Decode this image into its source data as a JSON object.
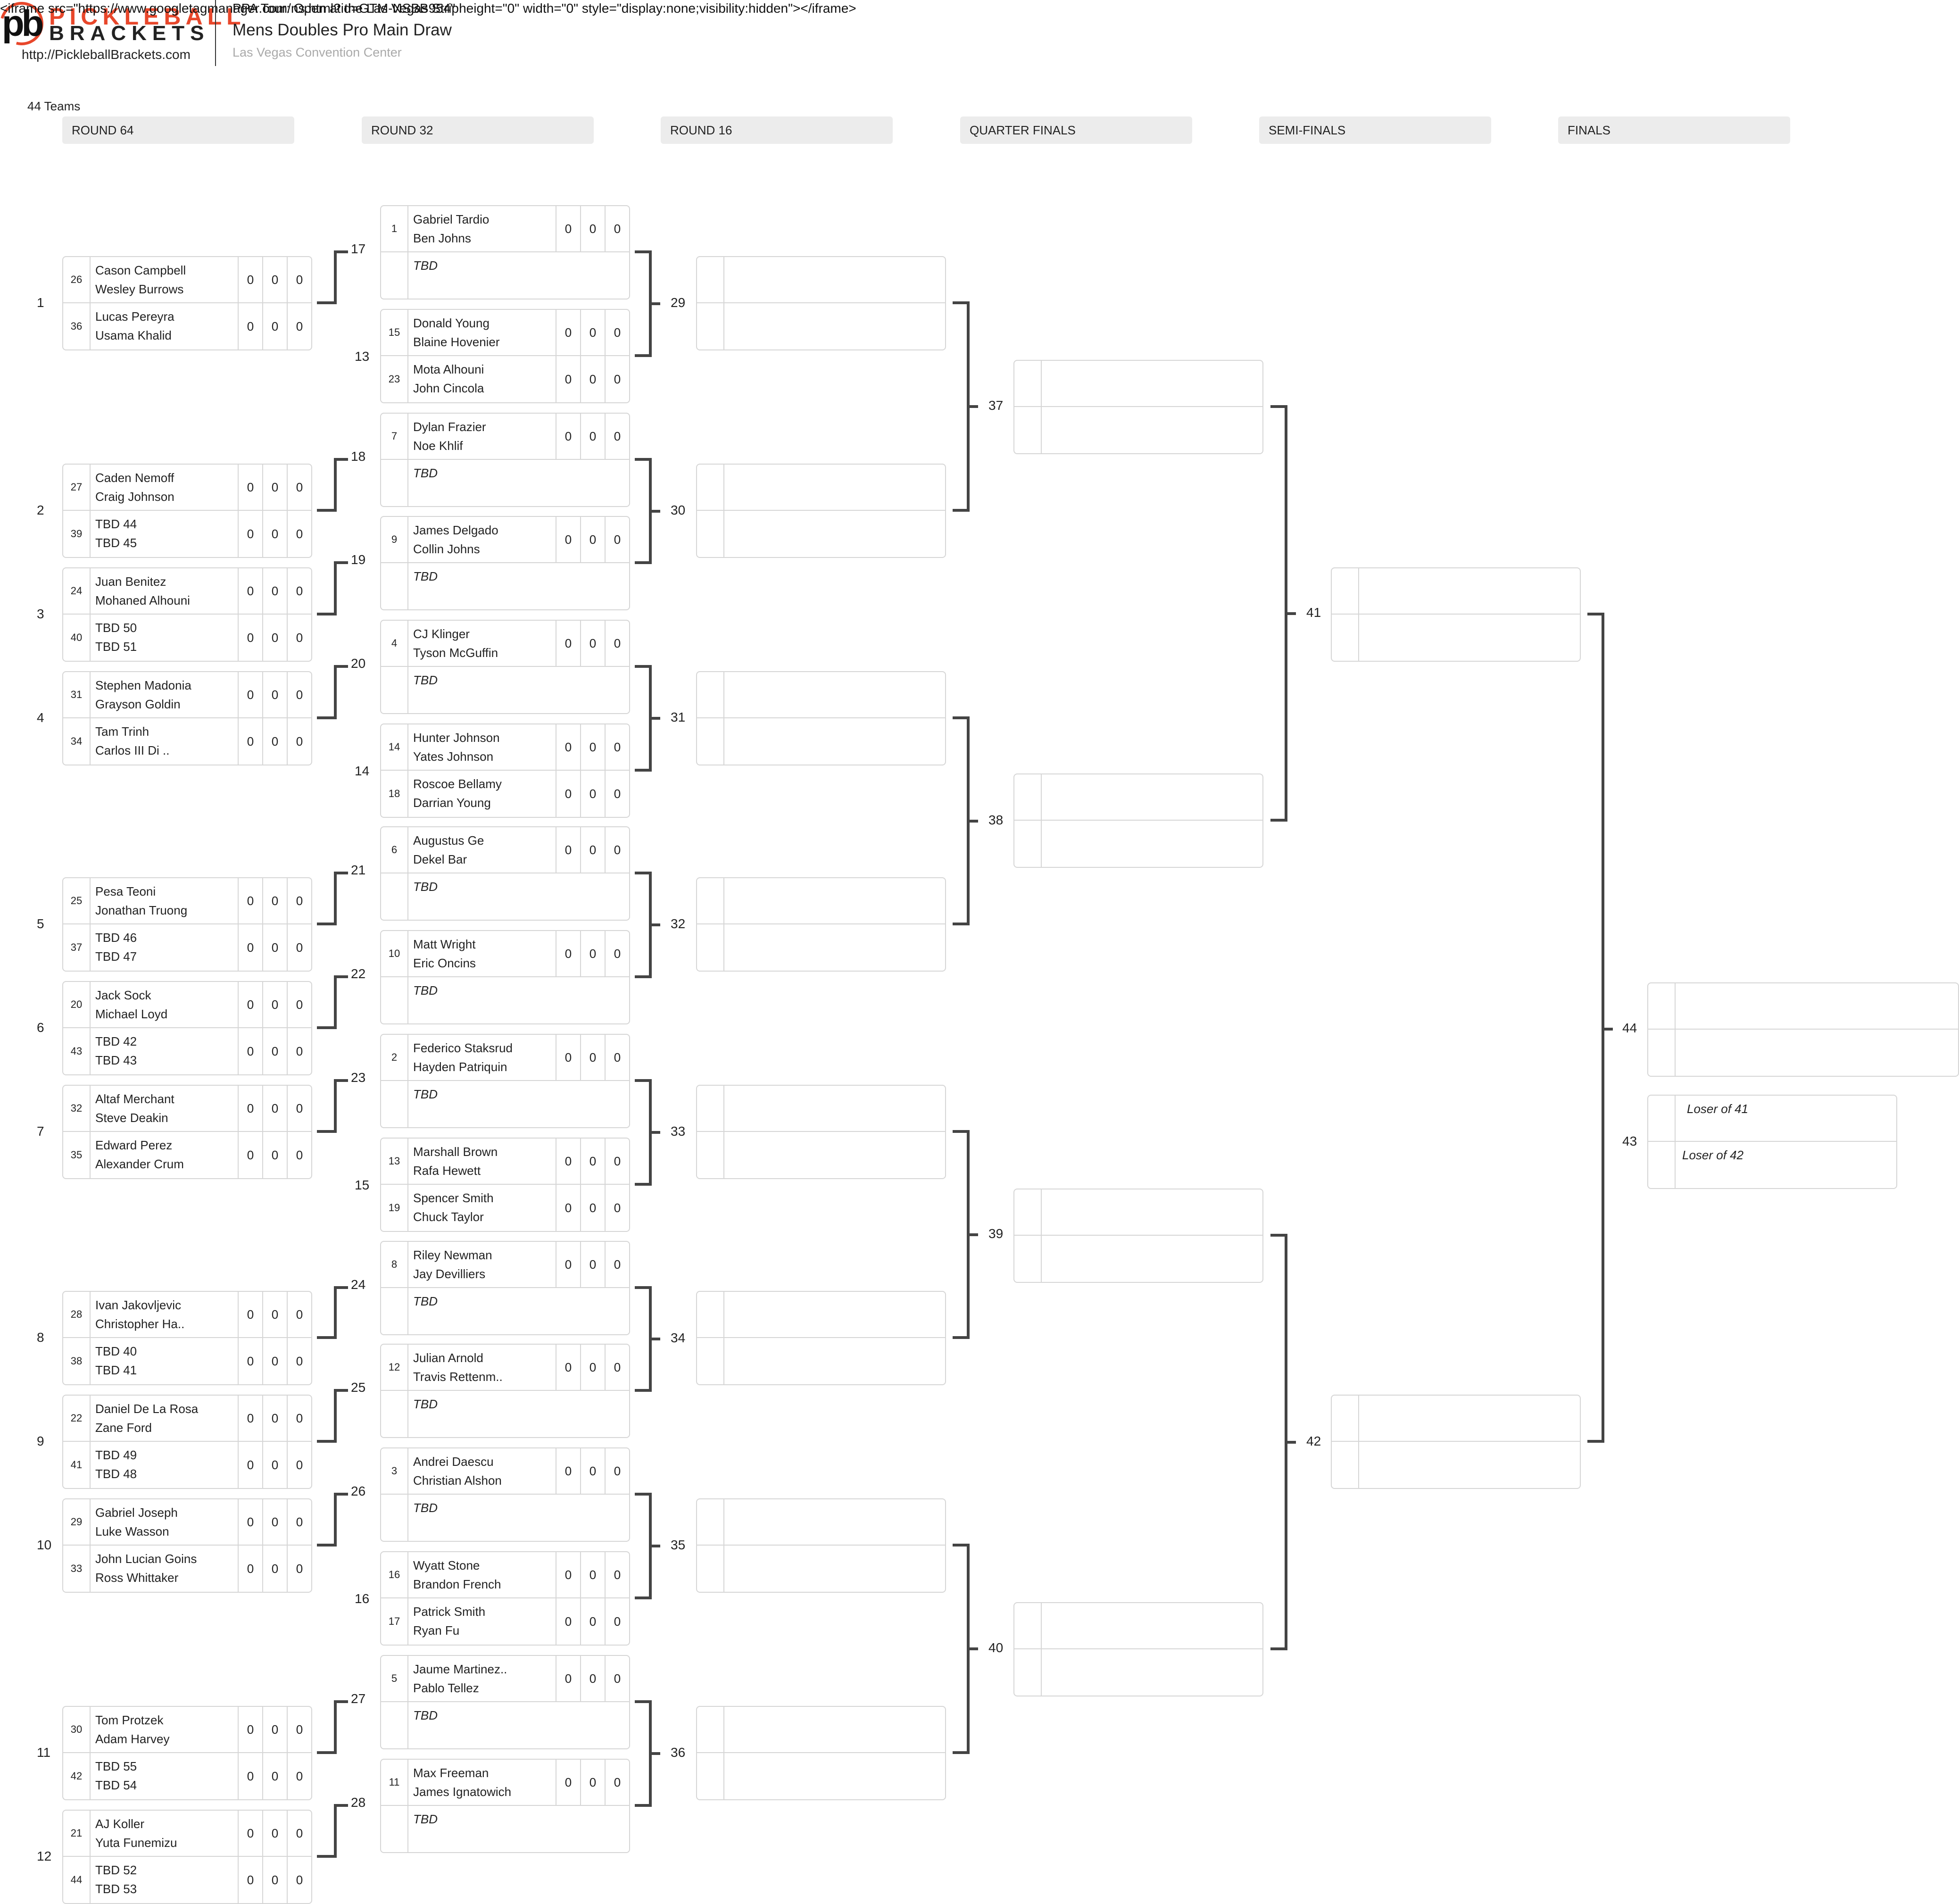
{
  "header": {
    "iframe_text": "<iframe src=\"https://www.googletagmanager.com/ns.html?id=GTM-NSBB954\" height=\"0\" width=\"0\" style=\"display:none;visibility:hidden\"></iframe>",
    "tournament": "PPA Tour: Open at the Las Vegas Strip",
    "logo_top": "PICKLEBALL",
    "logo_bottom": "BRACKETS",
    "logo_mark": "pb",
    "site_url": "http://PickleballBrackets.com",
    "title": "Mens Doubles Pro Main Draw",
    "venue": "Las Vegas Convention Center",
    "team_count": "44 Teams"
  },
  "rounds": [
    "ROUND 64",
    "ROUND 32",
    "ROUND 16",
    "QUARTER FINALS",
    "SEMI-FINALS",
    "FINALS"
  ],
  "round64": [
    {
      "match": "1",
      "teams": [
        {
          "seed": "26",
          "p1": "Cason Campbell",
          "p2": "Wesley Burrows",
          "scores": [
            "0",
            "0",
            "0"
          ]
        },
        {
          "seed": "36",
          "p1": "Lucas Pereyra",
          "p2": "Usama Khalid",
          "scores": [
            "0",
            "0",
            "0"
          ]
        }
      ]
    },
    {
      "match": "2",
      "teams": [
        {
          "seed": "27",
          "p1": "Caden Nemoff",
          "p2": "Craig Johnson",
          "scores": [
            "0",
            "0",
            "0"
          ]
        },
        {
          "seed": "39",
          "p1": "TBD 44",
          "p2": "TBD 45",
          "scores": [
            "0",
            "0",
            "0"
          ]
        }
      ]
    },
    {
      "match": "3",
      "teams": [
        {
          "seed": "24",
          "p1": "Juan Benitez",
          "p2": "Mohaned Alhouni",
          "scores": [
            "0",
            "0",
            "0"
          ]
        },
        {
          "seed": "40",
          "p1": "TBD 50",
          "p2": "TBD 51",
          "scores": [
            "0",
            "0",
            "0"
          ]
        }
      ]
    },
    {
      "match": "4",
      "teams": [
        {
          "seed": "31",
          "p1": "Stephen Madonia",
          "p2": "Grayson Goldin",
          "scores": [
            "0",
            "0",
            "0"
          ]
        },
        {
          "seed": "34",
          "p1": "Tam Trinh",
          "p2": "Carlos III Di ..",
          "scores": [
            "0",
            "0",
            "0"
          ]
        }
      ]
    },
    {
      "match": "5",
      "teams": [
        {
          "seed": "25",
          "p1": "Pesa Teoni",
          "p2": "Jonathan Truong",
          "scores": [
            "0",
            "0",
            "0"
          ]
        },
        {
          "seed": "37",
          "p1": "TBD 46",
          "p2": "TBD 47",
          "scores": [
            "0",
            "0",
            "0"
          ]
        }
      ]
    },
    {
      "match": "6",
      "teams": [
        {
          "seed": "20",
          "p1": "Jack Sock",
          "p2": "Michael Loyd",
          "scores": [
            "0",
            "0",
            "0"
          ]
        },
        {
          "seed": "43",
          "p1": "TBD 42",
          "p2": "TBD 43",
          "scores": [
            "0",
            "0",
            "0"
          ]
        }
      ]
    },
    {
      "match": "7",
      "teams": [
        {
          "seed": "32",
          "p1": "Altaf Merchant",
          "p2": "Steve Deakin",
          "scores": [
            "0",
            "0",
            "0"
          ]
        },
        {
          "seed": "35",
          "p1": "Edward Perez",
          "p2": "Alexander Crum",
          "scores": [
            "0",
            "0",
            "0"
          ]
        }
      ]
    },
    {
      "match": "8",
      "teams": [
        {
          "seed": "28",
          "p1": "Ivan Jakovljevic",
          "p2": "Christopher Ha..",
          "scores": [
            "0",
            "0",
            "0"
          ]
        },
        {
          "seed": "38",
          "p1": "TBD 40",
          "p2": "TBD 41",
          "scores": [
            "0",
            "0",
            "0"
          ]
        }
      ]
    },
    {
      "match": "9",
      "teams": [
        {
          "seed": "22",
          "p1": "Daniel De La Rosa",
          "p2": "Zane Ford",
          "scores": [
            "0",
            "0",
            "0"
          ]
        },
        {
          "seed": "41",
          "p1": "TBD 49",
          "p2": "TBD 48",
          "scores": [
            "0",
            "0",
            "0"
          ]
        }
      ]
    },
    {
      "match": "10",
      "teams": [
        {
          "seed": "29",
          "p1": "Gabriel Joseph",
          "p2": "Luke Wasson",
          "scores": [
            "0",
            "0",
            "0"
          ]
        },
        {
          "seed": "33",
          "p1": "John Lucian Goins",
          "p2": "Ross Whittaker",
          "scores": [
            "0",
            "0",
            "0"
          ]
        }
      ]
    },
    {
      "match": "11",
      "teams": [
        {
          "seed": "30",
          "p1": "Tom Protzek",
          "p2": "Adam Harvey",
          "scores": [
            "0",
            "0",
            "0"
          ]
        },
        {
          "seed": "42",
          "p1": "TBD 55",
          "p2": "TBD 54",
          "scores": [
            "0",
            "0",
            "0"
          ]
        }
      ]
    },
    {
      "match": "12",
      "teams": [
        {
          "seed": "21",
          "p1": "AJ Koller",
          "p2": "Yuta Funemizu",
          "scores": [
            "0",
            "0",
            "0"
          ]
        },
        {
          "seed": "44",
          "p1": "TBD 52",
          "p2": "TBD 53",
          "scores": [
            "0",
            "0",
            "0"
          ]
        }
      ]
    }
  ],
  "round32": [
    {
      "match": "17",
      "seed": "1",
      "p1": "Gabriel Tardio",
      "p2": "Ben Johns",
      "scores": [
        "0",
        "0",
        "0"
      ],
      "tbd": "TBD"
    },
    {
      "match": "13",
      "teams": [
        {
          "seed": "15",
          "p1": "Donald Young",
          "p2": "Blaine Hovenier",
          "scores": [
            "0",
            "0",
            "0"
          ]
        },
        {
          "seed": "23",
          "p1": "Mota Alhouni",
          "p2": "John Cincola",
          "scores": [
            "0",
            "0",
            "0"
          ]
        }
      ]
    },
    {
      "match": "18",
      "seed": "7",
      "p1": "Dylan Frazier",
      "p2": "Noe Khlif",
      "scores": [
        "0",
        "0",
        "0"
      ],
      "tbd": "TBD"
    },
    {
      "match": "19",
      "seed": "9",
      "p1": "James Delgado",
      "p2": "Collin Johns",
      "scores": [
        "0",
        "0",
        "0"
      ],
      "tbd": "TBD"
    },
    {
      "match": "20",
      "seed": "4",
      "p1": "CJ Klinger",
      "p2": "Tyson McGuffin",
      "scores": [
        "0",
        "0",
        "0"
      ],
      "tbd": "TBD"
    },
    {
      "match": "14",
      "teams": [
        {
          "seed": "14",
          "p1": "Hunter Johnson",
          "p2": "Yates Johnson",
          "scores": [
            "0",
            "0",
            "0"
          ]
        },
        {
          "seed": "18",
          "p1": "Roscoe Bellamy",
          "p2": "Darrian Young",
          "scores": [
            "0",
            "0",
            "0"
          ]
        }
      ]
    },
    {
      "match": "21",
      "seed": "6",
      "p1": "Augustus Ge",
      "p2": "Dekel Bar",
      "scores": [
        "0",
        "0",
        "0"
      ],
      "tbd": "TBD"
    },
    {
      "match": "22",
      "seed": "10",
      "p1": "Matt Wright",
      "p2": "Eric Oncins",
      "scores": [
        "0",
        "0",
        "0"
      ],
      "tbd": "TBD"
    },
    {
      "match": "23",
      "seed": "2",
      "p1": "Federico Staksrud",
      "p2": "Hayden Patriquin",
      "scores": [
        "0",
        "0",
        "0"
      ],
      "tbd": "TBD"
    },
    {
      "match": "15",
      "teams": [
        {
          "seed": "13",
          "p1": "Marshall Brown",
          "p2": "Rafa Hewett",
          "scores": [
            "0",
            "0",
            "0"
          ]
        },
        {
          "seed": "19",
          "p1": "Spencer Smith",
          "p2": "Chuck Taylor",
          "scores": [
            "0",
            "0",
            "0"
          ]
        }
      ]
    },
    {
      "match": "24",
      "seed": "8",
      "p1": "Riley Newman",
      "p2": "Jay Devilliers",
      "scores": [
        "0",
        "0",
        "0"
      ],
      "tbd": "TBD"
    },
    {
      "match": "25",
      "seed": "12",
      "p1": "Julian Arnold",
      "p2": "Travis Rettenm..",
      "scores": [
        "0",
        "0",
        "0"
      ],
      "tbd": "TBD"
    },
    {
      "match": "26",
      "seed": "3",
      "p1": "Andrei Daescu",
      "p2": "Christian Alshon",
      "scores": [
        "0",
        "0",
        "0"
      ],
      "tbd": "TBD"
    },
    {
      "match": "16",
      "teams": [
        {
          "seed": "16",
          "p1": "Wyatt Stone",
          "p2": "Brandon French",
          "scores": [
            "0",
            "0",
            "0"
          ]
        },
        {
          "seed": "17",
          "p1": "Patrick Smith",
          "p2": "Ryan Fu",
          "scores": [
            "0",
            "0",
            "0"
          ]
        }
      ]
    },
    {
      "match": "27",
      "seed": "5",
      "p1": "Jaume Martinez..",
      "p2": "Pablo Tellez",
      "scores": [
        "0",
        "0",
        "0"
      ],
      "tbd": "TBD"
    },
    {
      "match": "28",
      "seed": "11",
      "p1": "Max Freeman",
      "p2": "James Ignatowich",
      "scores": [
        "0",
        "0",
        "0"
      ],
      "tbd": "TBD"
    }
  ],
  "round16": [
    "29",
    "30",
    "31",
    "32",
    "33",
    "34",
    "35",
    "36"
  ],
  "quarterfinals": [
    "37",
    "38",
    "39",
    "40"
  ],
  "semifinals": [
    "41",
    "42"
  ],
  "finals": {
    "final_match": "44",
    "third_place_match": "43",
    "third_place_teams": [
      "Loser of 41",
      "Loser of 42"
    ]
  }
}
